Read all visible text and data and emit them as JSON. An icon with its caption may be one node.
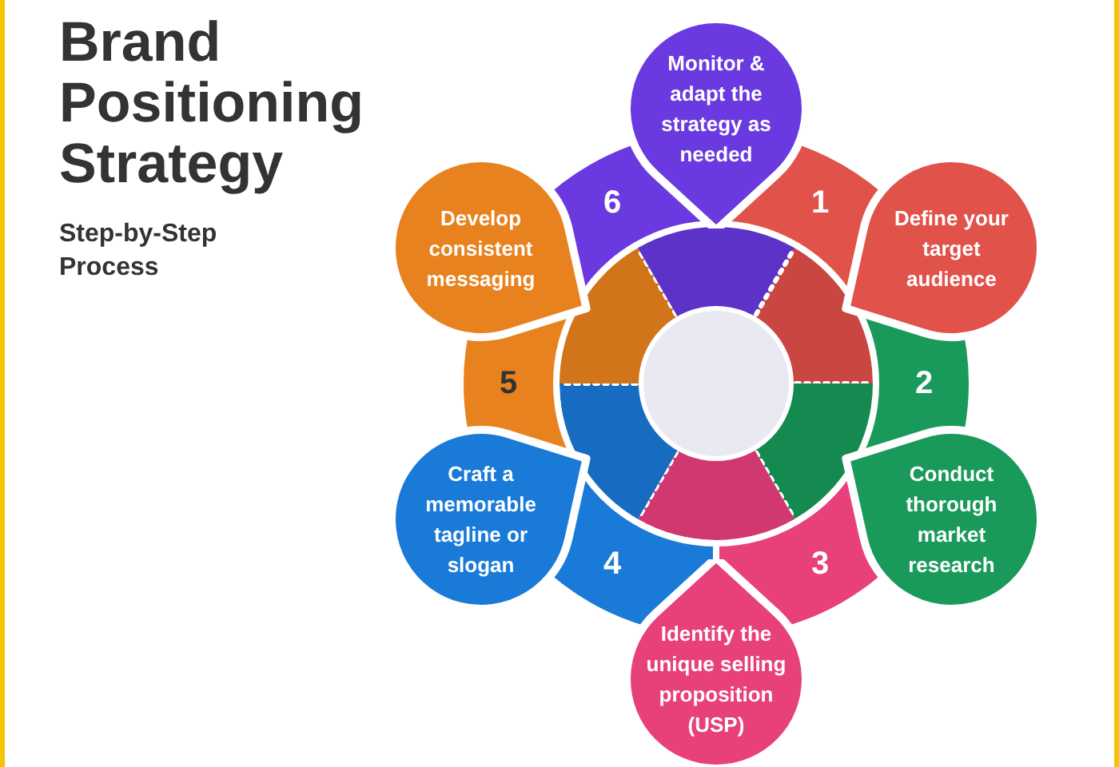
{
  "diagram": {
    "title": "Brand Positioning Strategy",
    "nodes": [
      {
        "text": [
          "Define your target audience"
        ],
        "beside": [
          "1"
        ]
      },
      {
        "text": [
          "Conduct thorough market research"
        ],
        "beside": [
          "2"
        ]
      },
      {
        "text": [
          "Identify the unique selling proposition (USP)"
        ],
        "beside": [
          "3"
        ]
      },
      {
        "text": [
          "Craft a memorable tagline or slogan"
        ],
        "beside": [
          "4"
        ]
      },
      {
        "text": [
          "Develop consistent messaging"
        ],
        "beside": [
          "5"
        ]
      },
      {
        "text": [
          "Monitor & adapt the strategy as needed"
        ],
        "beside": [
          "6"
        ]
      }
    ],
    "labels": [
      "Step-by-Step Process"
    ]
  }
}
